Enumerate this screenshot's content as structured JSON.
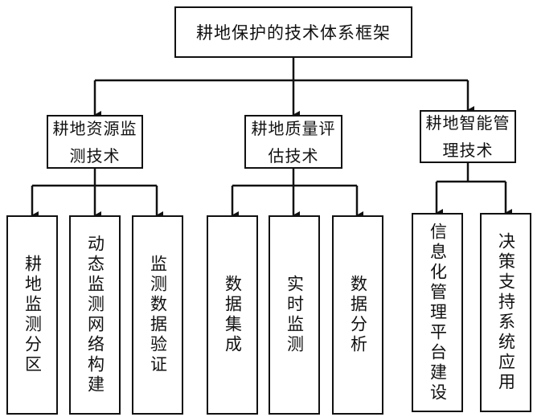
{
  "root": {
    "label": "耕地保护的技术体系框架"
  },
  "categories": [
    {
      "label": "耕地资源监测技术",
      "children": [
        "耕地监测分区",
        "动态监测网络构建",
        "监测数据验证"
      ]
    },
    {
      "label": "耕地质量评估技术",
      "children": [
        "数据集成",
        "实时监测",
        "数据分析"
      ]
    },
    {
      "label": "耕地智能管理技术",
      "children": [
        "信息化管理平台建设",
        "决策支持系统应用"
      ]
    }
  ]
}
